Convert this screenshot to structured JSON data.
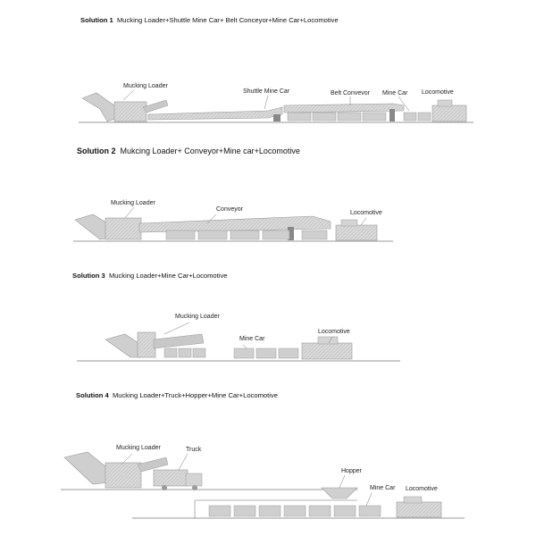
{
  "solutions": [
    {
      "number": "Solution 1",
      "description": "Mucking Loader+Shuttle Mine Car+ Belt Conceyor+Mine Car+Locomotive",
      "labels": {
        "mucking_loader": "Mucking Loader",
        "shuttle_mine_car": "Shuttle Mine Car",
        "belt_conveyor": "Belt Convevor",
        "mine_car": "Mine Car",
        "locomotive": "Locomotive"
      }
    },
    {
      "number": "Solution 2",
      "description": "Mukcing Loader+ Conveyor+Mine car+Locomotive",
      "labels": {
        "mucking_loader": "Mucking Loader",
        "conveyor": "Conveyor",
        "locomotive": "Locomotive"
      }
    },
    {
      "number": "Solution 3",
      "description": "Mucking Loader+Mine Car+Locomotive",
      "labels": {
        "mucking_loader": "Mucking Loader",
        "mine_car": "Mine Car",
        "locomotive": "Locomotive"
      }
    },
    {
      "number": "Solution 4",
      "description": "Mucking Loader+Truck+Hopper+Mine Car+Locomotive",
      "labels": {
        "mucking_loader": "Mucking Loader",
        "truck": "Truck",
        "hopper": "Hopper",
        "mine_car": "Mine Car",
        "locomotive": "Locomotive"
      }
    }
  ]
}
